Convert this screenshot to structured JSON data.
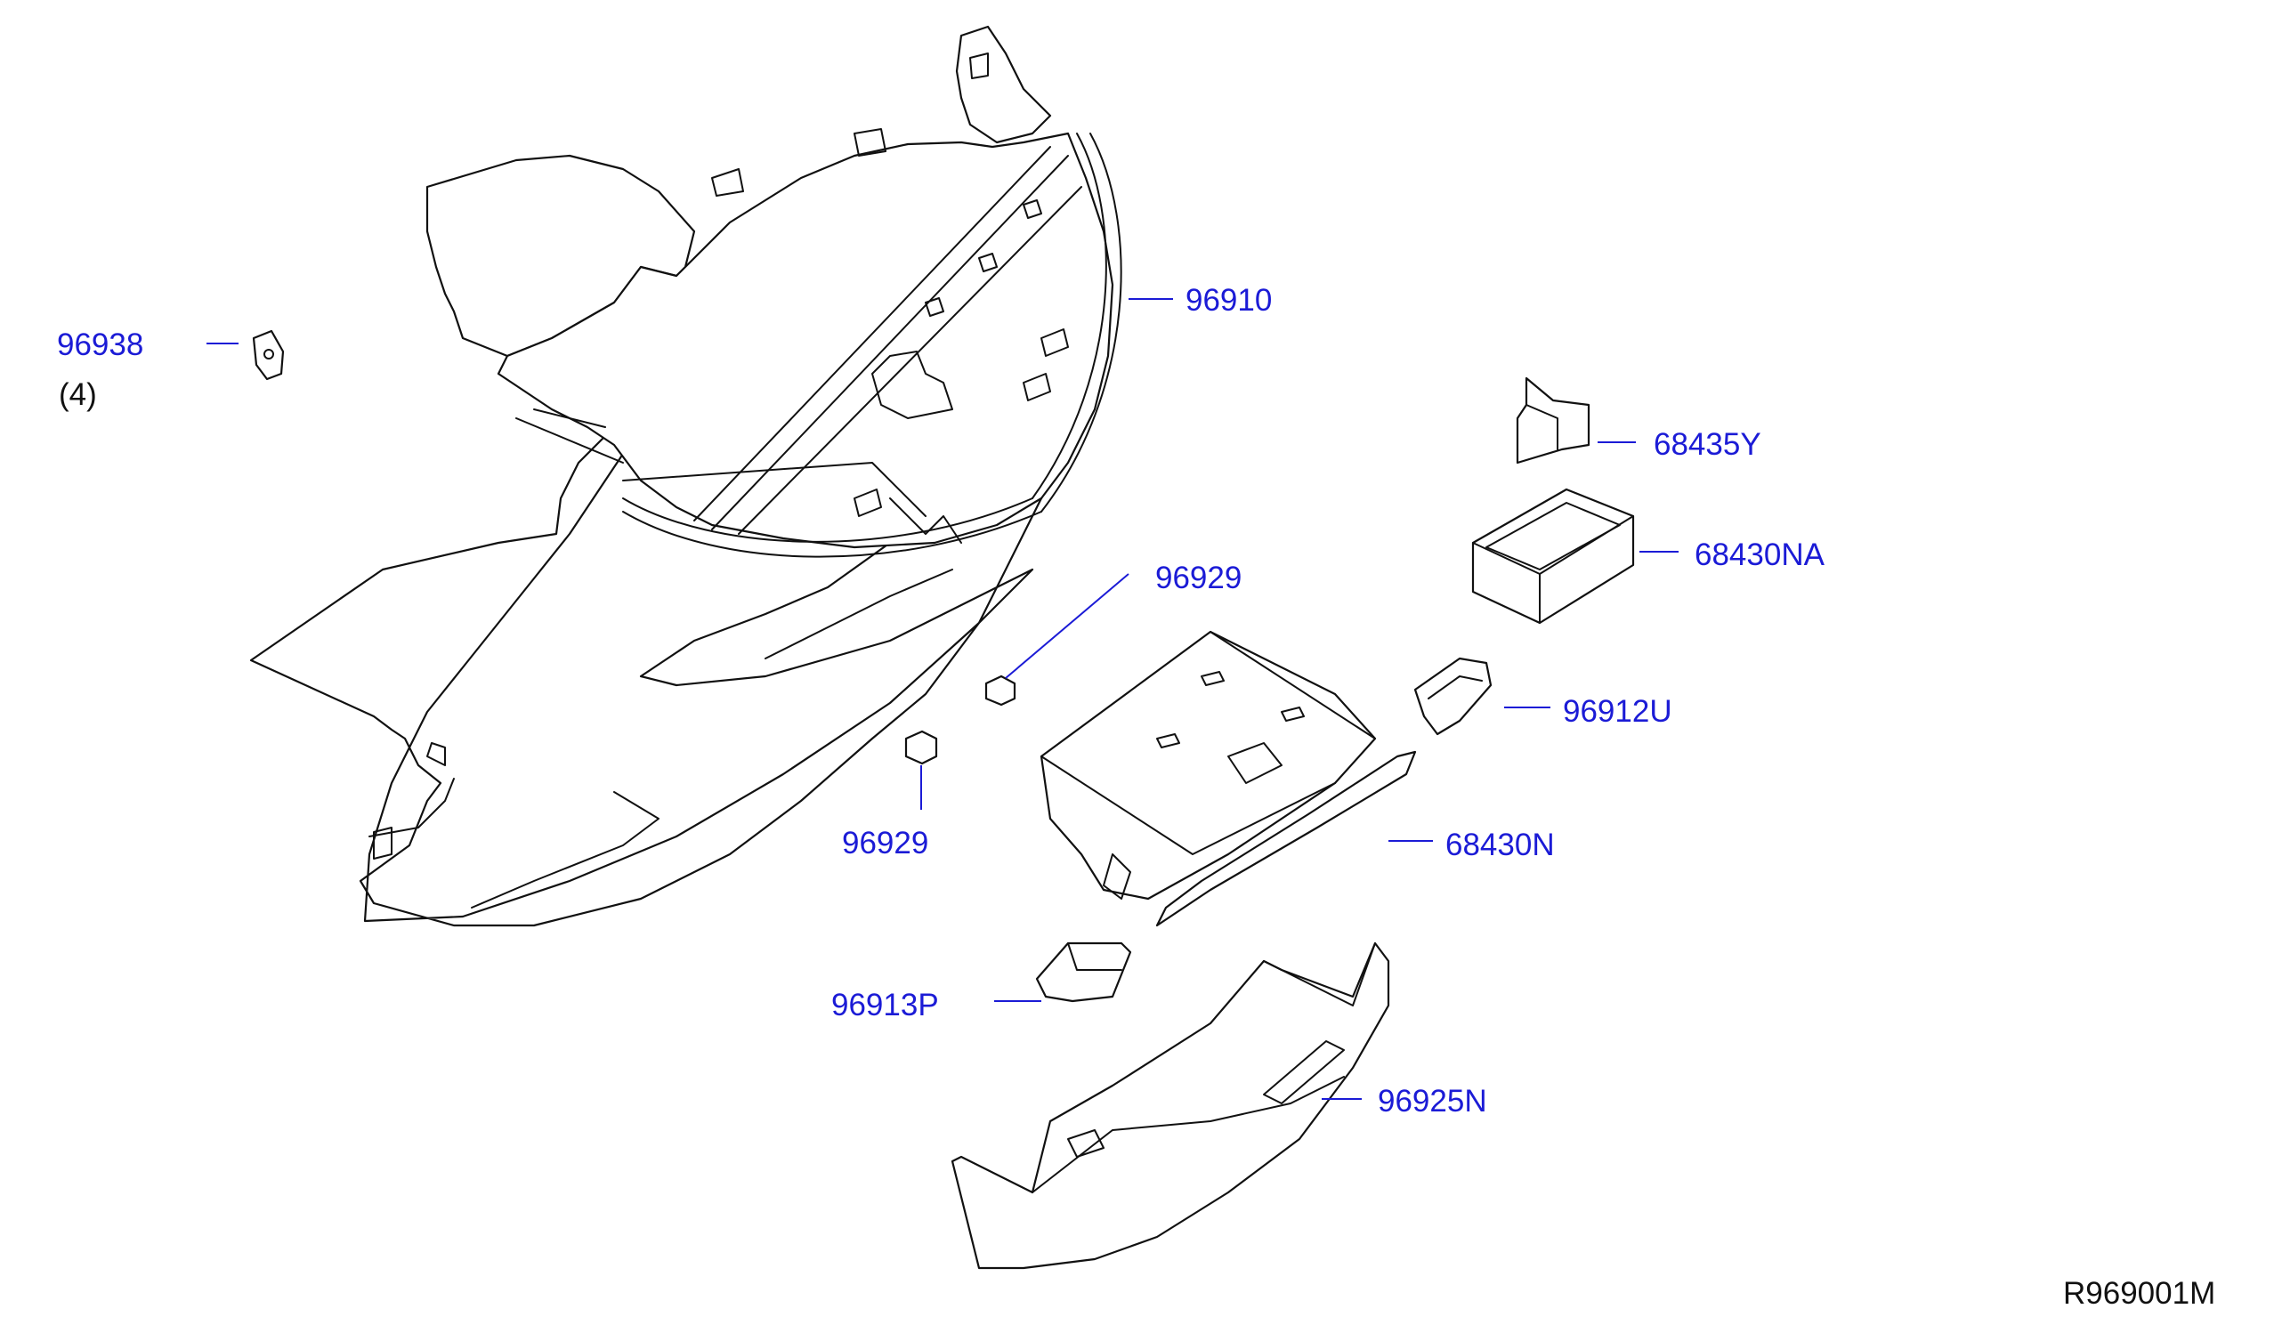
{
  "diagram": {
    "reference_code": "R969001M",
    "colors": {
      "label": "#1b1bd6",
      "line": "#111111",
      "background": "#ffffff"
    },
    "parts": [
      {
        "id": "p96938",
        "number": "96938",
        "quantity": "(4)"
      },
      {
        "id": "p96910",
        "number": "96910"
      },
      {
        "id": "p68435Y",
        "number": "68435Y"
      },
      {
        "id": "p68430NA",
        "number": "68430NA"
      },
      {
        "id": "p96929a",
        "number": "96929"
      },
      {
        "id": "p96912U",
        "number": "96912U"
      },
      {
        "id": "p96929b",
        "number": "96929"
      },
      {
        "id": "p68430N",
        "number": "68430N"
      },
      {
        "id": "p96913P",
        "number": "96913P"
      },
      {
        "id": "p96925N",
        "number": "96925N"
      }
    ]
  }
}
